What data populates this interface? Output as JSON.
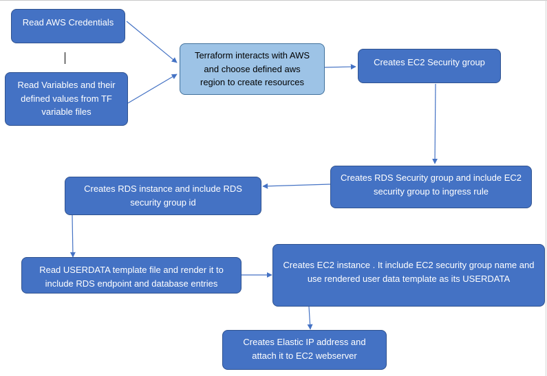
{
  "nodes": {
    "read_credentials": "Read AWS Credentials",
    "read_variables": "Read Variables  and their\ndefined values from TF\nvariable files",
    "terraform_aws": "Terraform interacts with AWS\nand choose defined aws\nregion to create resources",
    "ec2_security_group": "Creates EC2 Security group",
    "rds_security_group": "Creates RDS Security group and include EC2\nsecurity group to ingress rule",
    "rds_instance": "Creates RDS instance and include RDS\nsecurity group id",
    "userdata_template": "Read USERDATA template file and render it to\ninclude RDS endpoint and database entries",
    "ec2_instance": "Creates EC2 instance . It include EC2 security group name and\nuse rendered user data template as its USERDATA",
    "elastic_ip": "Creates Elastic IP address and\nattach it to EC2 webserver"
  },
  "colors": {
    "box_fill": "#4472c4",
    "box_border": "#2f528f",
    "highlight_fill": "#9dc3e6",
    "highlight_border": "#41719c",
    "arrow": "#4472c4"
  }
}
